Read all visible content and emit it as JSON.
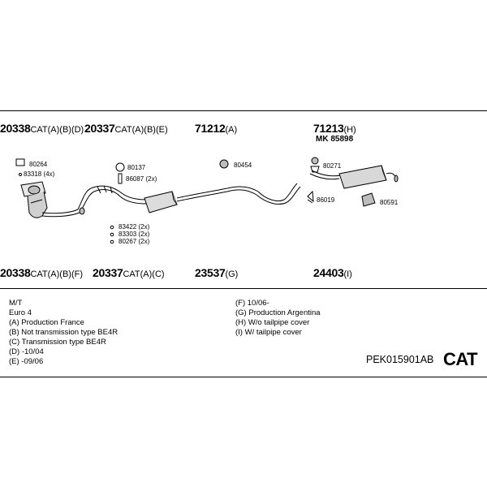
{
  "top_parts": [
    {
      "num": "20338",
      "suffix": "CAT(A)(B)(D)"
    },
    {
      "num": "20337",
      "suffix": "CAT(A)(B)(E)"
    },
    {
      "num": "71212",
      "suffix": "(A)"
    },
    {
      "num": "71213",
      "suffix": "(H)"
    }
  ],
  "top_sub": "MK 85898",
  "bottom_parts": [
    {
      "num": "20338",
      "suffix": "CAT(A)(B)(F)"
    },
    {
      "num": "20337",
      "suffix": "CAT(A)(C)"
    },
    {
      "num": "23537",
      "suffix": "(G)"
    },
    {
      "num": "24403",
      "suffix": "(I)"
    }
  ],
  "component_labels": {
    "l80264": "80264",
    "l83318": "83318 (4x)",
    "l80137": "80137",
    "l86087": "86087 (2x)",
    "l80454": "80454",
    "l80271": "80271",
    "l86019": "86019",
    "l80591": "80591",
    "l83422": "83422 (2x)",
    "l83303": "83303 (2x)",
    "l80267": "80267 (2x)"
  },
  "notes_left": [
    "M/T",
    "Euro 4",
    "(A) Production France",
    "(B) Not transmission type BE4R",
    "(C) Transmission type BE4R",
    "(D) -10/04",
    "(E) -09/06"
  ],
  "notes_right": [
    "(F) 10/06-",
    "(G) Production Argentina",
    "(H) W/o tailpipe cover",
    "(I) W/ tailpipe cover"
  ],
  "system_code": "PEK015901AB",
  "category": "CAT"
}
